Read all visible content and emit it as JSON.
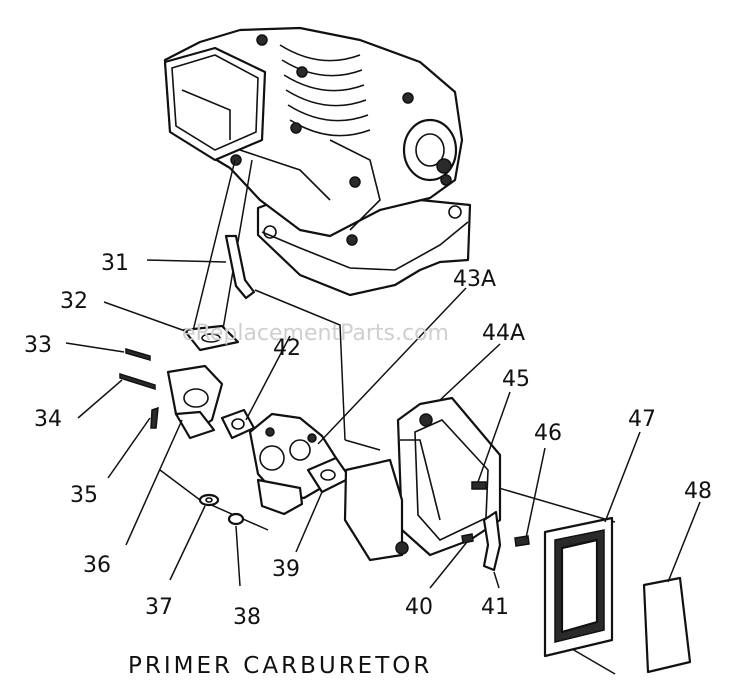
{
  "title": "PRIMER CARBURETOR",
  "watermark": "eReplacementParts.com",
  "part_labels": {
    "p31": "31",
    "p32": "32",
    "p33": "33",
    "p34": "34",
    "p35": "35",
    "p36": "36",
    "p37": "37",
    "p38": "38",
    "p39": "39",
    "p40": "40",
    "p41": "41",
    "p42": "42",
    "p43a": "43A",
    "p44a": "44A",
    "p45": "45",
    "p46": "46",
    "p47": "47",
    "p48": "48"
  }
}
